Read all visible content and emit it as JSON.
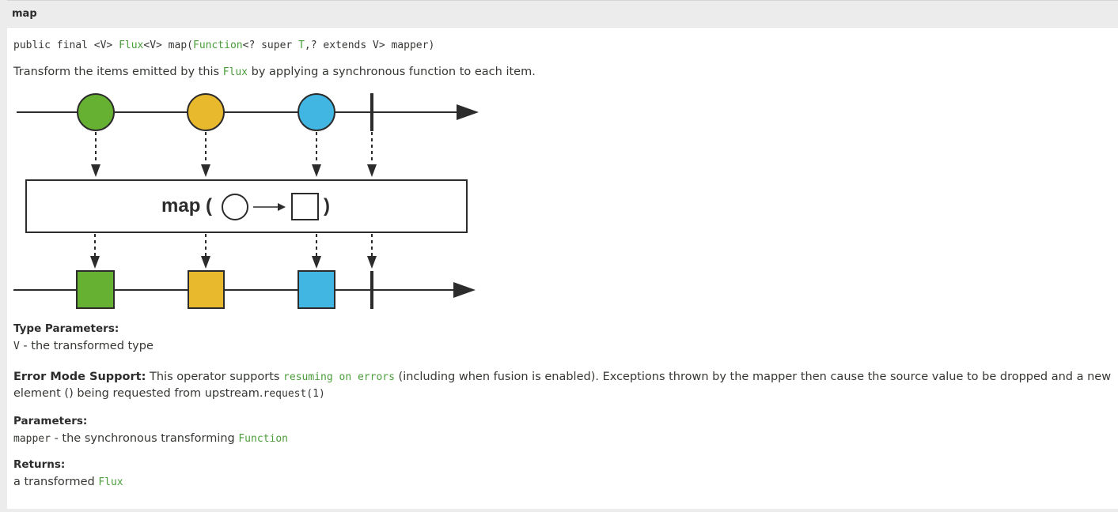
{
  "method_name": "map",
  "signature": {
    "prefix": "public final <V> ",
    "flux_link": "Flux",
    "mid": "<V> map(",
    "function_link": "Function",
    "after_function": "<? super ",
    "t_link": "T",
    "suffix": ",? extends V> mapper)"
  },
  "description": {
    "before": "Transform the items emitted by this ",
    "flux_code": "Flux",
    "after": " by applying a synchronous function to each item."
  },
  "diagram": {
    "operator_label": "map (",
    "closing": ")",
    "colors": {
      "green": "#66b032",
      "yellow": "#e8b92d",
      "blue": "#41b6e2",
      "line": "#2c2c2c"
    }
  },
  "type_params": {
    "heading": "Type Parameters:",
    "name": "V",
    "text": " - the transformed type"
  },
  "error_mode": {
    "heading": "Error Mode Support:",
    "text1": " This operator supports ",
    "link": "resuming on errors",
    "text2": " (including when fusion is enabled). Exceptions thrown by the mapper then cause the source value to be dropped and a new element (",
    "text3": ") being requested from upstream.",
    "code": "request(1)"
  },
  "parameters": {
    "heading": "Parameters:",
    "name": "mapper",
    "text": " - the synchronous transforming ",
    "link": "Function"
  },
  "returns": {
    "heading": "Returns:",
    "text": "a transformed ",
    "link": "Flux"
  }
}
